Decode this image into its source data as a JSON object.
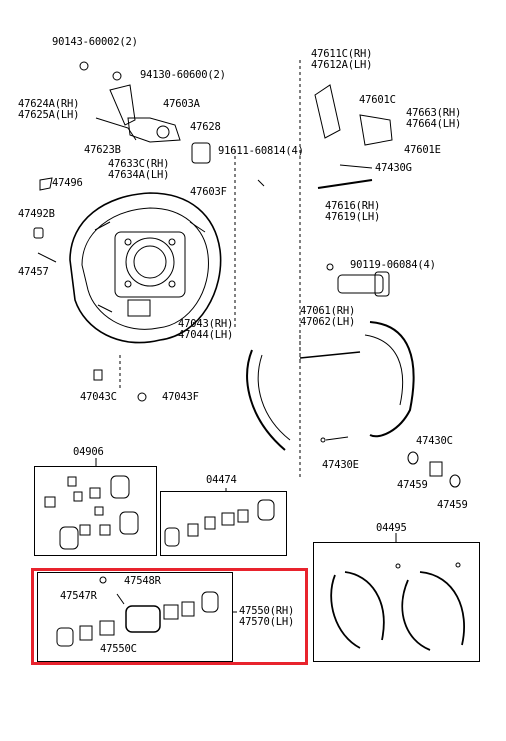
{
  "labels": {
    "p90143": "90143-60002(2)",
    "p94130": "94130-60600(2)",
    "p47624a": "47624A(RH)",
    "p47625a": "47625A(LH)",
    "p47603a": "47603A",
    "p47628": "47628",
    "p47623b": "47623B",
    "p47633c": "47633C(RH)",
    "p47634a": "47634A(LH)",
    "p91611": "91611-60814(4)",
    "p47496": "47496",
    "p47603f": "47603F",
    "p47492b": "47492B",
    "p47457": "47457",
    "p47043": "47043(RH)",
    "p47044": "47044(LH)",
    "p47043c": "47043C",
    "p47043f": "47043F",
    "p47611c": "47611C(RH)",
    "p47612a": "47612A(LH)",
    "p47601c": "47601C",
    "p47663": "47663(RH)",
    "p47664": "47664(LH)",
    "p47601e": "47601E",
    "p47430g": "47430G",
    "p47616": "47616(RH)",
    "p47619": "47619(LH)",
    "p90119": "90119-06084(4)",
    "p47061": "47061(RH)",
    "p47062": "47062(LH)",
    "p47430c": "47430C",
    "p47430e": "47430E",
    "p47459a": "47459",
    "p47459b": "47459",
    "p04906": "04906",
    "p04474": "04474",
    "p04495": "04495",
    "p47548r": "47548R",
    "p47547r": "47547R",
    "p47550c": "47550C",
    "p47550": "47550(RH)",
    "p47570": "47570(LH)"
  },
  "highlight_color": "#e8232d"
}
